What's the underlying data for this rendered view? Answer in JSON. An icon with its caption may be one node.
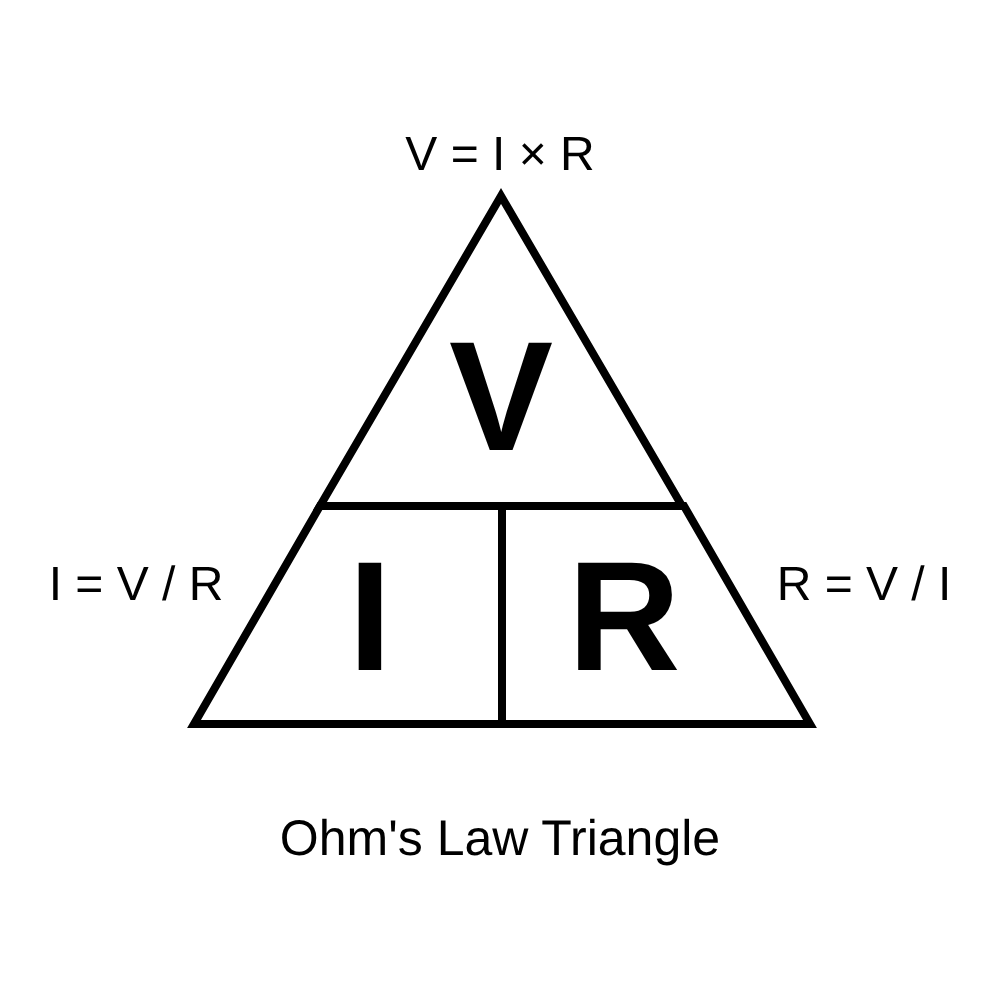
{
  "diagram": {
    "caption": "Ohm's Law Triangle",
    "nodes": [
      {
        "text": [
          "V"
        ],
        "beside": [
          "V = I × R"
        ]
      },
      {
        "text": [
          "I"
        ],
        "beside": [
          "I = V / R"
        ]
      },
      {
        "text": [
          "R"
        ],
        "beside": [
          "R = V / I"
        ]
      }
    ]
  }
}
